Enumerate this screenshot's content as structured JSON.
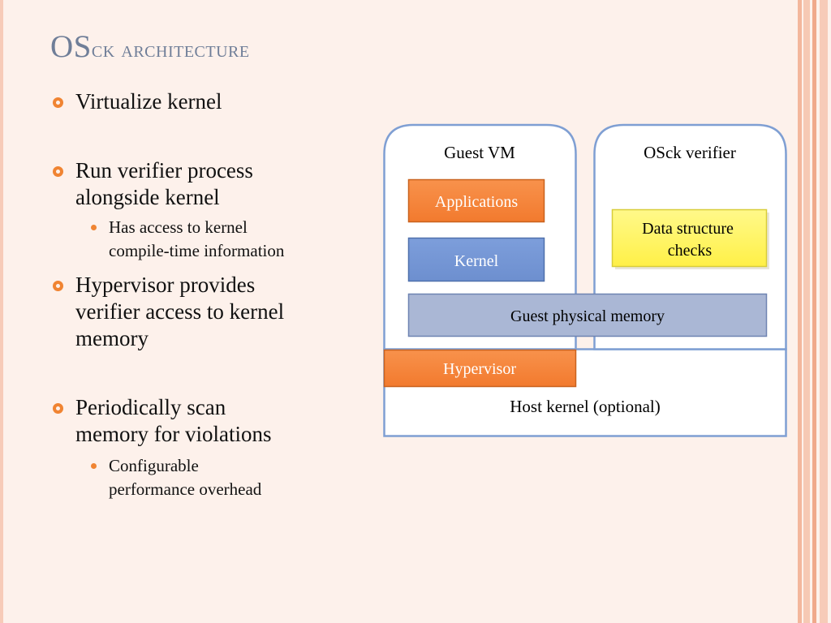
{
  "slide": {
    "title": {
      "main": "OS",
      "small_caps": "ck architecture"
    },
    "bullets": [
      {
        "lines": [
          "Virtualize kernel"
        ]
      },
      {
        "lines": [
          "Run verifier process",
          "alongside kernel"
        ],
        "sub": [
          {
            "lines": [
              "Has access to kernel",
              "compile-time information"
            ]
          }
        ]
      },
      {
        "lines": [
          "Hypervisor provides",
          "verifier access to kernel",
          "memory"
        ]
      },
      {
        "lines": [
          "Periodically scan",
          "memory for violations"
        ],
        "sub": [
          {
            "lines": [
              "Configurable",
              "performance overhead"
            ]
          }
        ]
      }
    ]
  },
  "diagram": {
    "guest_vm_label": "Guest VM",
    "verifier_label": "OSck verifier",
    "applications": "Applications",
    "kernel": "Kernel",
    "data_checks": [
      "Data structure",
      "checks"
    ],
    "guest_memory": "Guest physical memory",
    "hypervisor": "Hypervisor",
    "host_kernel": "Host kernel (optional)"
  },
  "colors": {
    "accent": "#f08432",
    "title": "#6f7e98",
    "box_outline": "#7f9fd3",
    "applications_fill": "#f6823a",
    "kernel_fill": "#7899d6",
    "memory_fill": "#a9b6d4",
    "checks_fill": "#fff56a",
    "stripe_light": "#f7cbb8",
    "stripe_dark": "#f0a98b"
  }
}
